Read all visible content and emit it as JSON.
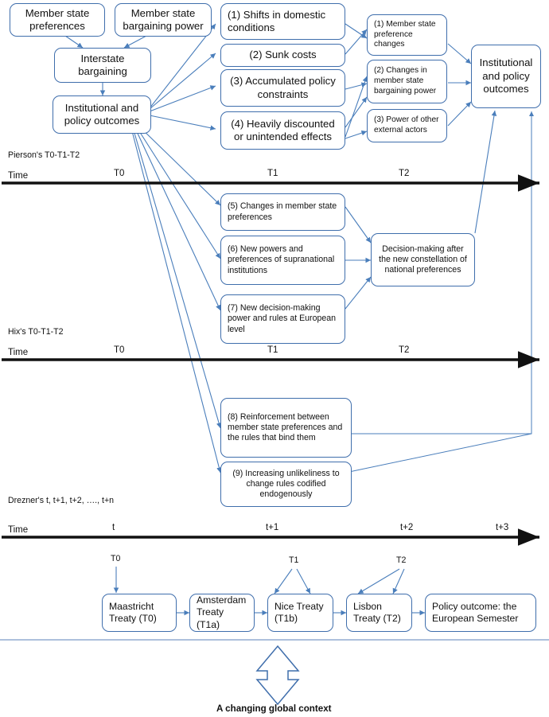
{
  "figure": {
    "caption": "A changing global context",
    "accent_color": "#3f6eac",
    "axis_color": "#000000",
    "divider_color": "#adc0dc"
  },
  "pierson": {
    "section_label": "Pierson's T0-T1-T2",
    "time_label": "Time",
    "ticks": [
      "T0",
      "T1",
      "T2"
    ],
    "boxes": {
      "member_state_preferences": "Member state preferences",
      "member_state_bargaining_power": "Member state bargaining power",
      "interstate_bargaining": "Interstate bargaining",
      "institutional_policy_outcomes_t0": "Institutional and policy outcomes",
      "m1": "(1) Shifts in domestic conditions",
      "m2": "(2) Sunk costs",
      "m3": "(3) Accumulated policy constraints",
      "m4": "(4) Heavily discounted or unintended effects",
      "r1": "(1) Member state preference changes",
      "r2": "(2) Changes in member state bargaining power",
      "r3": "(3) Power of other external actors",
      "institutional_policy_outcomes_t2": "Institutional and policy outcomes"
    }
  },
  "hix": {
    "section_label": "Hix's T0-T1-T2",
    "time_label": "Time",
    "ticks": [
      "T0",
      "T1",
      "T2"
    ],
    "boxes": {
      "m5": "(5) Changes in member state preferences",
      "m6": "(6) New powers and preferences of supranational institutions",
      "m7": "(7) New decision-making power and rules at European level",
      "decision_making": "Decision-making after the new constellation of national preferences"
    }
  },
  "drezner": {
    "section_label": "Drezner's t, t+1, t+2, …., t+n",
    "time_label": "Time",
    "ticks": [
      "t",
      "t+1",
      "t+2",
      "t+3"
    ],
    "boxes": {
      "m8": "(8) Reinforcement between member state preferences and the rules that bind them",
      "m9": "(9) Increasing unlikeliness to change rules codified endogenously"
    }
  },
  "treaties": {
    "markers": [
      "T0",
      "T1",
      "T2"
    ],
    "items": [
      "Maastricht Treaty (T0)",
      "Amsterdam Treaty (T1a)",
      "Nice Treaty (T1b)",
      "Lisbon Treaty (T2)",
      "Policy outcome: the European Semester"
    ]
  }
}
